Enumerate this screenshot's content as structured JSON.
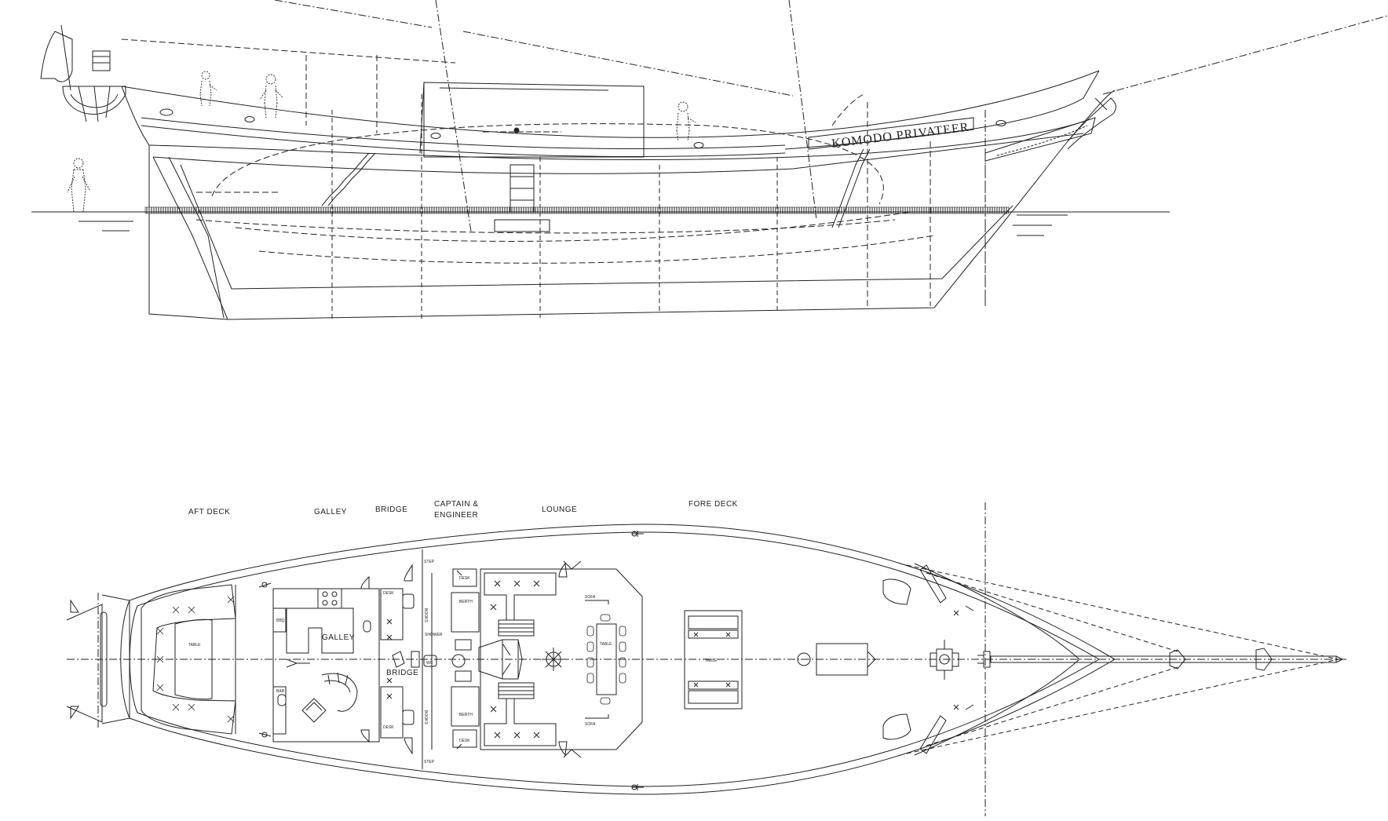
{
  "profile": {
    "boat_name": "KOMODO PRIVATEER"
  },
  "plan": {
    "section_labels": {
      "aft_deck": "AFT DECK",
      "galley": "GALLEY",
      "bridge": "BRIDGE",
      "captain_line1": "CAPTAIN &",
      "captain_line2": "ENGINEER",
      "lounge": "LOUNGE",
      "fore_deck": "FORE DECK"
    },
    "room_labels": {
      "galley": "GALLEY",
      "bridge": "BRIDGE",
      "aft_table": "TABLE",
      "lounge_table": "TABLE",
      "fore_table": "TABLE",
      "bbq": "BBQ",
      "bar": "BAR",
      "desk_upper": "DESK",
      "desk_lower": "DESK",
      "berth_upper": "BERTH",
      "berth_lower": "BERTH",
      "shower": "SHOWER",
      "wc": "WC",
      "sofa_upper": "SOFA",
      "sofa_lower": "SOFA",
      "step_upper": "STEP",
      "step_lower": "STEP",
      "books_upper": "BOOKS",
      "books_lower": "BOOKS",
      "desk_cap_upper": "DESK",
      "desk_cap_lower": "DESK"
    }
  },
  "colors": {
    "ink": "#222222",
    "paper": "#ffffff"
  }
}
